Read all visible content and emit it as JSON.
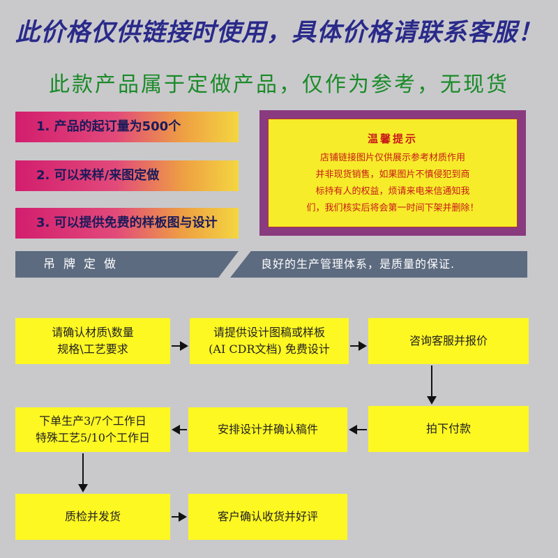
{
  "header": {
    "title": "此价格仅供链接时使用，具体价格请联系客服！",
    "subtitle": "此款产品属于定做产品，仅作为参考，无现货"
  },
  "features": [
    "1. 产品的起订量为500个",
    "2. 可以来样/来图定做",
    "3. 可以提供免费的样板图与设计"
  ],
  "notice": {
    "title": "温馨提示",
    "lines": [
      "店铺链接图片仅供展示参考材质作用",
      "并非现货销售，如果图片不慎侵犯到商",
      "标持有人的权益，烦请来电来信通知我",
      "们，我们核实后将会第一时间下架并删除！"
    ]
  },
  "banners": {
    "left": "吊牌定做",
    "right": "良好的生产管理体系，是质量的保证."
  },
  "process": {
    "steps": [
      {
        "line1": "请确认材质\\数量",
        "line2": "规格\\工艺要求"
      },
      {
        "line1": "请提供设计图稿或样板",
        "line2": "(AI CDR文档) 免费设计"
      },
      {
        "line1": "咨询客服并报价",
        "line2": ""
      },
      {
        "line1": "拍下付款",
        "line2": ""
      },
      {
        "line1": "安排设计并确认稿件",
        "line2": ""
      },
      {
        "line1": "下单生产3/7个工作日",
        "line2": "特殊工艺5/10个工作日"
      },
      {
        "line1": "质检并发货",
        "line2": ""
      },
      {
        "line1": "客户确认收货并好评",
        "line2": ""
      }
    ]
  },
  "colors": {
    "background": "#c9c9cc",
    "step_fill": "#fdf722",
    "notice_border": "#8a3a7f",
    "notice_text": "#c81a1a",
    "banner": "#5d6b80"
  }
}
